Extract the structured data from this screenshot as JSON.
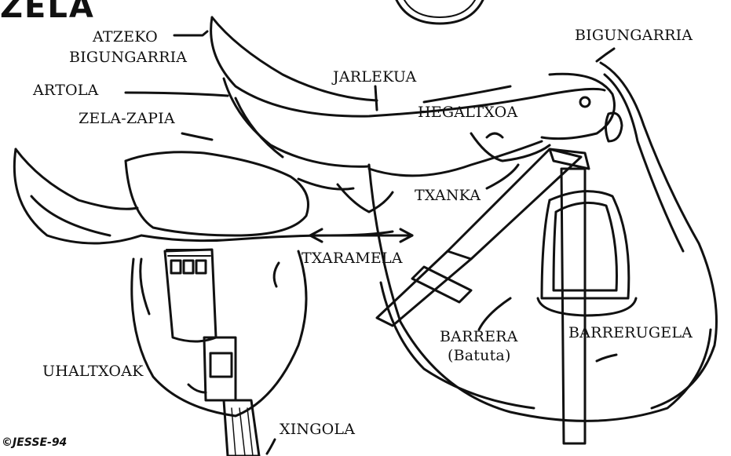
{
  "title_fragment": "ZELA",
  "labels": {
    "atzeko": "ATZEKO",
    "bigungarria_back": "BIGUNGARRIA",
    "artola": "ARTOLA",
    "zela_zapia": "ZELA-ZAPIA",
    "jarlekua": "JARLEKUA",
    "hegaltxoa": "HEGALTXOA",
    "bigungarria_front": "BIGUNGARRIA",
    "txanka": "TXANKA",
    "txaramela": "TXARAMELA",
    "barrera": "BARRERA",
    "batuta": "(Batuta)",
    "barrerugela": "BARRERUGELA",
    "uhaltxoak": "UHALTXOAK",
    "xingola": "XINGOLA"
  },
  "signature": "©JESSE-94",
  "colors": {
    "ink": "#111111",
    "paper": "#ffffff"
  }
}
